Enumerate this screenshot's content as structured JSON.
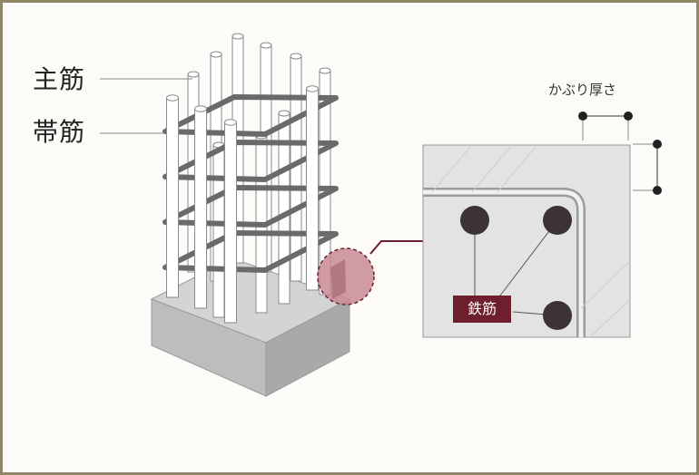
{
  "labels": {
    "main_rebar": "主筋",
    "hoop": "帯筋",
    "cover": "かぶり厚さ",
    "rebar": "鉄筋"
  },
  "colors": {
    "frame": "#8f8766",
    "rebar_fill": "#ffffff",
    "hoop": "#6a6a6a",
    "base_top": "#d4d4d4",
    "base_front": "#bdbdbd",
    "base_side": "#a9a9a9",
    "detail_bg": "#e3e3e3",
    "bar_dot": "#3b3334",
    "highlight": "#c88a93",
    "accent": "#6e1f2e"
  }
}
